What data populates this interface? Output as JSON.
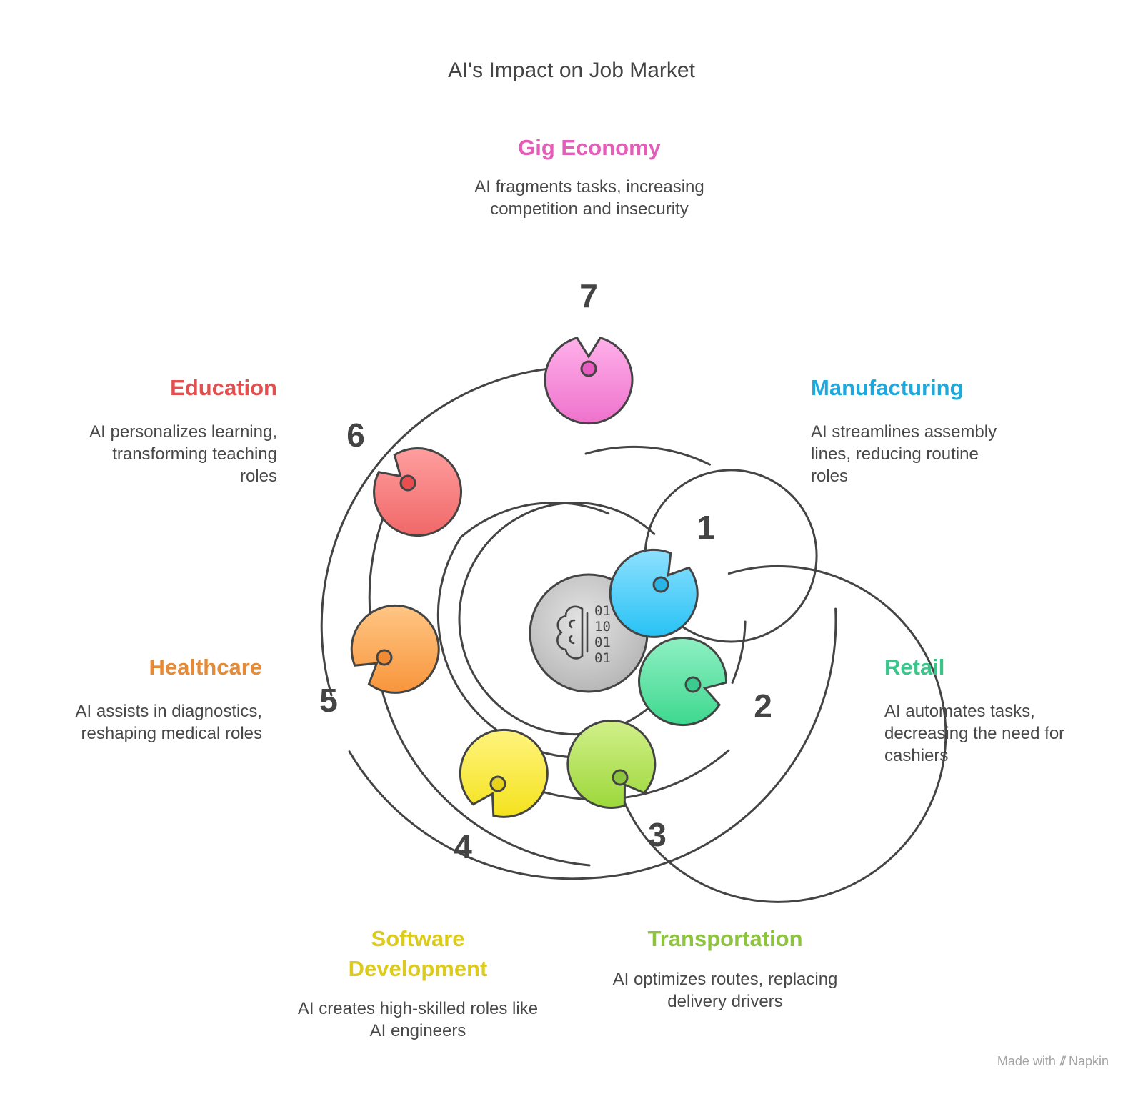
{
  "title": "AI's Impact on Job Market",
  "center_icon": "brain-binary-icon",
  "center_binary": [
    "01",
    "10",
    "01",
    "01"
  ],
  "items": [
    {
      "number": "1",
      "heading": "Manufacturing",
      "description": "AI streamlines assembly lines, reducing routine roles",
      "color": "#28B4E4"
    },
    {
      "number": "2",
      "heading": "Retail",
      "description": "AI automates tasks, decreasing the need for cashiers",
      "color": "#3CCB8F"
    },
    {
      "number": "3",
      "heading": "Transportation",
      "description": "AI optimizes routes, replacing delivery drivers",
      "color": "#8CC63F"
    },
    {
      "number": "4",
      "heading": "Software Development",
      "description": "AI creates high-skilled roles like AI engineers",
      "color": "#E6D21A"
    },
    {
      "number": "5",
      "heading": "Healthcare",
      "description": "AI assists in diagnostics, reshaping medical roles",
      "color": "#F08A33"
    },
    {
      "number": "6",
      "heading": "Education",
      "description": "AI personalizes learning, transforming teaching roles",
      "color": "#E94E4E"
    },
    {
      "number": "7",
      "heading": "Gig Economy",
      "description": "AI fragments tasks, increasing competition and insecurity",
      "color": "#E85BC0"
    }
  ],
  "watermark": {
    "prefix": "Made with",
    "brand": "Napkin"
  }
}
